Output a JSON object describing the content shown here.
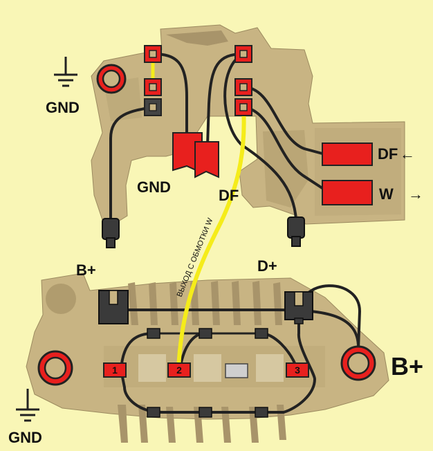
{
  "labels": {
    "gnd_top": "GND",
    "gnd_mid": "GND",
    "df_mid": "DF",
    "df_right": "DF",
    "w_right": "W",
    "b_plus_top": "B+",
    "d_plus": "D+",
    "b_plus_big": "B+",
    "gnd_bottom": "GND",
    "wire_text": "ВЫХОД С ОБМОТКИ W"
  },
  "arrows": {
    "df_arrow": "←",
    "w_arrow": "→"
  },
  "terminals": {
    "t1": "1",
    "t2": "2",
    "t3": "3"
  },
  "colors": {
    "background": "#f9f6b6",
    "body": "#c8b483",
    "body_dark": "#a8946a",
    "terminal_red": "#e8201e",
    "wire": "#222222",
    "wire_highlight": "#f5ec1a"
  },
  "icons": {
    "ground": "ground-icon",
    "ring": "ring-terminal-icon"
  }
}
